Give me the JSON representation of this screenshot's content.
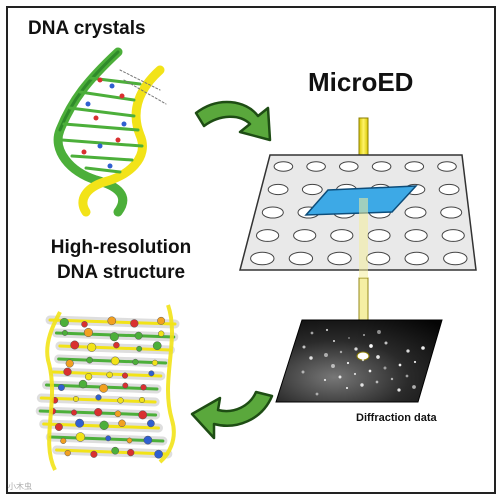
{
  "labels": {
    "dna_crystals": "DNA crystals",
    "microed": "MicroED",
    "high_res_line1": "High-resolution",
    "high_res_line2": "DNA structure",
    "diffraction": "Diffraction data",
    "watermark": "小木虫"
  },
  "colors": {
    "arrow_fill": "#5aa83c",
    "arrow_stroke": "#1e4d14",
    "beam": "#f4e21a",
    "crystal": "#3da9e6",
    "grid_fill": "#e9e9e9",
    "detector": "#1a1a1a",
    "helix_green": "#4caf3a",
    "helix_yellow": "#f2e318"
  },
  "icons": [
    "curved-arrow-right-icon",
    "curved-arrow-left-icon",
    "dna-helix-icon",
    "em-grid-icon",
    "electron-beam-icon",
    "diffraction-pattern-icon",
    "molecular-density-icon"
  ]
}
